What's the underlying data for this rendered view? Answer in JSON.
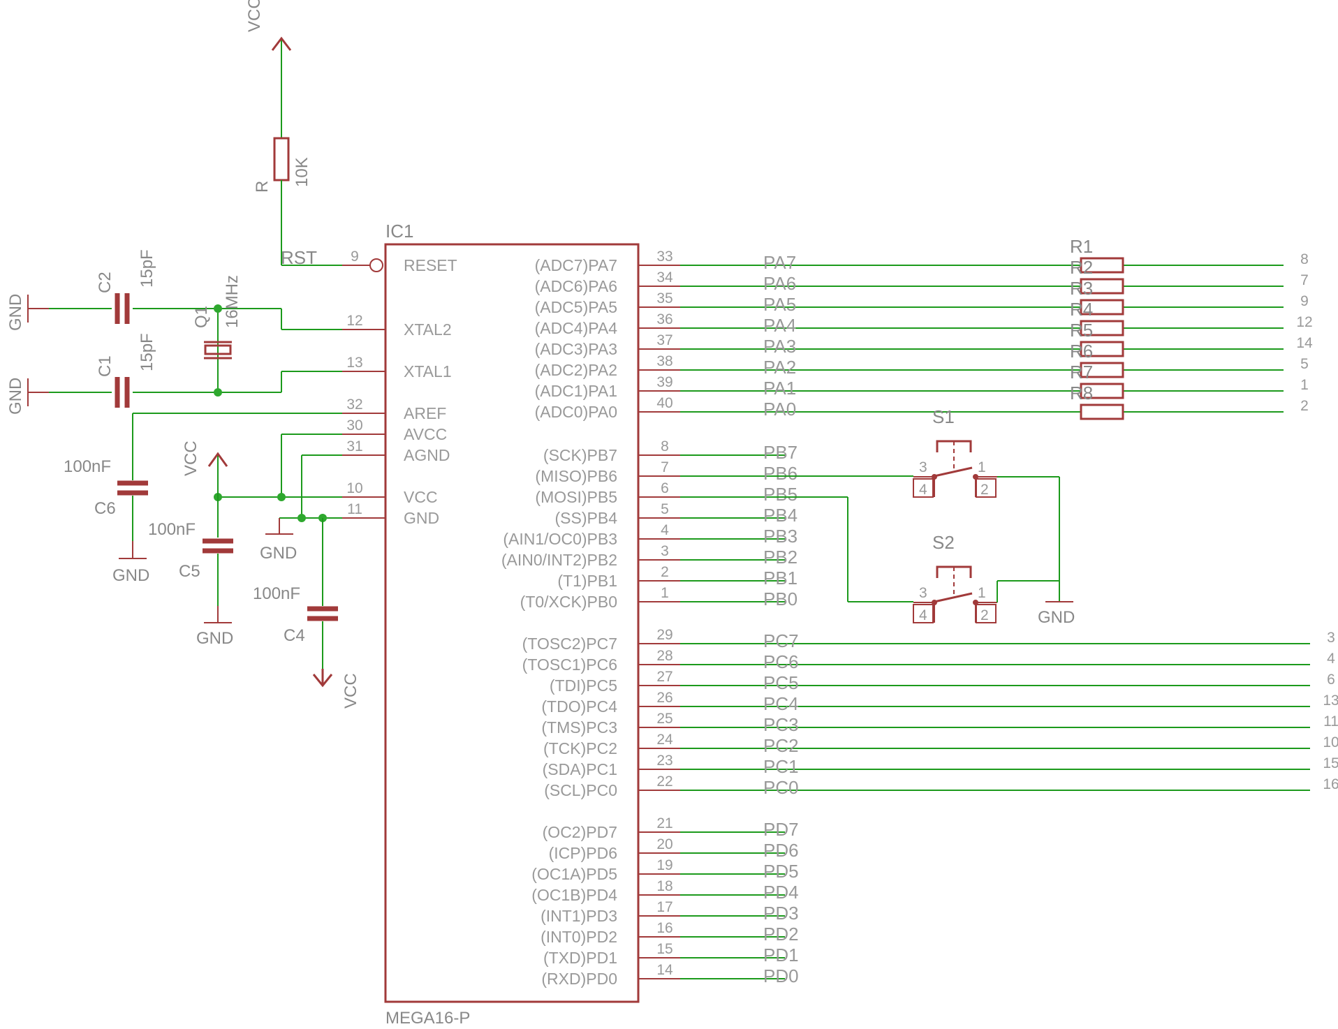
{
  "colors": {
    "wire": "#1c9a1c",
    "part": "#a13a3a",
    "text": "#888888",
    "junction": "#2ea82e",
    "background": "#ffffff"
  },
  "ic": {
    "ref": "IC1",
    "device": "MEGA16-P",
    "left_pins": [
      {
        "num": "9",
        "name": "RESET",
        "net": "RST"
      },
      {
        "num": "12",
        "name": "XTAL2",
        "net": ""
      },
      {
        "num": "13",
        "name": "XTAL1",
        "net": ""
      },
      {
        "num": "32",
        "name": "AREF",
        "net": ""
      },
      {
        "num": "30",
        "name": "AVCC",
        "net": ""
      },
      {
        "num": "31",
        "name": "AGND",
        "net": ""
      },
      {
        "num": "10",
        "name": "VCC",
        "net": ""
      },
      {
        "num": "11",
        "name": "GND",
        "net": ""
      }
    ],
    "port_a": [
      {
        "num": "33",
        "name": "(ADC7)PA7",
        "net": "PA7",
        "res": "R2",
        "out": "8"
      },
      {
        "num": "34",
        "name": "(ADC6)PA6",
        "net": "PA6",
        "res": "R3",
        "out": "7"
      },
      {
        "num": "35",
        "name": "(ADC5)PA5",
        "net": "PA5",
        "res": "R4",
        "out": "9"
      },
      {
        "num": "36",
        "name": "(ADC4)PA4",
        "net": "PA4",
        "res": "R5",
        "out": "12"
      },
      {
        "num": "37",
        "name": "(ADC3)PA3",
        "net": "PA3",
        "res": "R6",
        "out": "14"
      },
      {
        "num": "38",
        "name": "(ADC2)PA2",
        "net": "PA2",
        "res": "R7",
        "out": "5"
      },
      {
        "num": "39",
        "name": "(ADC1)PA1",
        "net": "PA1",
        "res": "R8",
        "out": "1"
      },
      {
        "num": "40",
        "name": "(ADC0)PA0",
        "net": "PA0",
        "res": "",
        "out": "2"
      }
    ],
    "port_b": [
      {
        "num": "8",
        "name": "(SCK)PB7",
        "net": "PB7"
      },
      {
        "num": "7",
        "name": "(MISO)PB6",
        "net": "PB6"
      },
      {
        "num": "6",
        "name": "(MOSI)PB5",
        "net": "PB5"
      },
      {
        "num": "5",
        "name": "(SS)PB4",
        "net": "PB4"
      },
      {
        "num": "4",
        "name": "(AIN1/OC0)PB3",
        "net": "PB3"
      },
      {
        "num": "3",
        "name": "(AIN0/INT2)PB2",
        "net": "PB2"
      },
      {
        "num": "2",
        "name": "(T1)PB1",
        "net": "PB1"
      },
      {
        "num": "1",
        "name": "(T0/XCK)PB0",
        "net": "PB0"
      }
    ],
    "port_c": [
      {
        "num": "29",
        "name": "(TOSC2)PC7",
        "net": "PC7",
        "out": "3"
      },
      {
        "num": "28",
        "name": "(TOSC1)PC6",
        "net": "PC6",
        "out": "4"
      },
      {
        "num": "27",
        "name": "(TDI)PC5",
        "net": "PC5",
        "out": "6"
      },
      {
        "num": "26",
        "name": "(TDO)PC4",
        "net": "PC4",
        "out": "13"
      },
      {
        "num": "25",
        "name": "(TMS)PC3",
        "net": "PC3",
        "out": "11"
      },
      {
        "num": "24",
        "name": "(TCK)PC2",
        "net": "PC2",
        "out": "10"
      },
      {
        "num": "23",
        "name": "(SDA)PC1",
        "net": "PC1",
        "out": "15"
      },
      {
        "num": "22",
        "name": "(SCL)PC0",
        "net": "PC0",
        "out": "16"
      }
    ],
    "port_d": [
      {
        "num": "21",
        "name": "(OC2)PD7",
        "net": "PD7"
      },
      {
        "num": "20",
        "name": "(ICP)PD6",
        "net": "PD6"
      },
      {
        "num": "19",
        "name": "(OC1A)PD5",
        "net": "PD5"
      },
      {
        "num": "18",
        "name": "(OC1B)PD4",
        "net": "PD4"
      },
      {
        "num": "17",
        "name": "(INT1)PD3",
        "net": "PD3"
      },
      {
        "num": "16",
        "name": "(INT0)PD2",
        "net": "PD2"
      },
      {
        "num": "15",
        "name": "(TXD)PD1",
        "net": "PD1"
      },
      {
        "num": "14",
        "name": "(RXD)PD0",
        "net": "PD0"
      }
    ]
  },
  "resistor_array_ref": "R1",
  "components": {
    "r_reset": {
      "ref": "R",
      "value": "10K"
    },
    "c1": {
      "ref": "C1",
      "value": "15pF"
    },
    "c2": {
      "ref": "C2",
      "value": "15pF"
    },
    "q1": {
      "ref": "Q1",
      "value": "16MHz"
    },
    "c4": {
      "ref": "C4",
      "value": "100nF"
    },
    "c5": {
      "ref": "C5",
      "value": "100nF"
    },
    "c6": {
      "ref": "C6",
      "value": "100nF"
    },
    "s1": {
      "ref": "S1",
      "pins": [
        "3",
        "4",
        "1",
        "2"
      ]
    },
    "s2": {
      "ref": "S2",
      "pins": [
        "3",
        "4",
        "1",
        "2"
      ]
    }
  },
  "supplies": {
    "vcc": "VCC",
    "gnd": "GND"
  }
}
